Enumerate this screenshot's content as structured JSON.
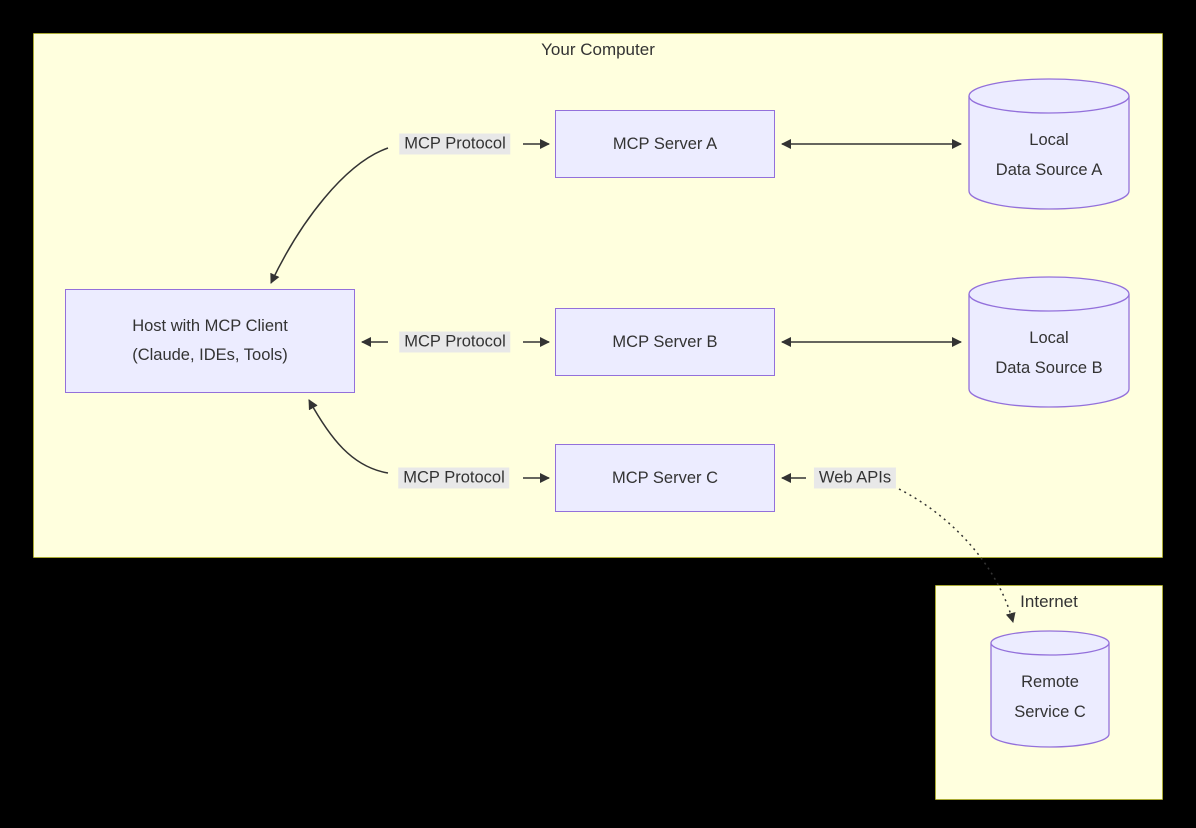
{
  "diagram": {
    "clusters": {
      "your_computer": {
        "title": "Your Computer"
      },
      "internet": {
        "title": "Internet"
      }
    },
    "nodes": {
      "host": {
        "line1": "Host with MCP Client",
        "line2": "(Claude, IDEs, Tools)"
      },
      "server_a": {
        "label": "MCP Server A"
      },
      "server_b": {
        "label": "MCP Server B"
      },
      "server_c": {
        "label": "MCP Server C"
      },
      "source_a": {
        "line1": "Local",
        "line2": "Data Source A"
      },
      "source_b": {
        "line1": "Local",
        "line2": "Data Source B"
      },
      "remote_c": {
        "line1": "Remote",
        "line2": "Service C"
      }
    },
    "edge_labels": {
      "protocol_a": "MCP Protocol",
      "protocol_b": "MCP Protocol",
      "protocol_c": "MCP Protocol",
      "web_apis": "Web APIs"
    },
    "colors": {
      "background": "#000000",
      "cluster_fill": "#FFFFDE",
      "cluster_border": "#AAAA33",
      "node_fill": "#ECECFF",
      "node_border": "#9370DB",
      "edge_label_bg": "#E8E8E8",
      "edge_stroke": "#333333",
      "text": "#333333"
    }
  }
}
